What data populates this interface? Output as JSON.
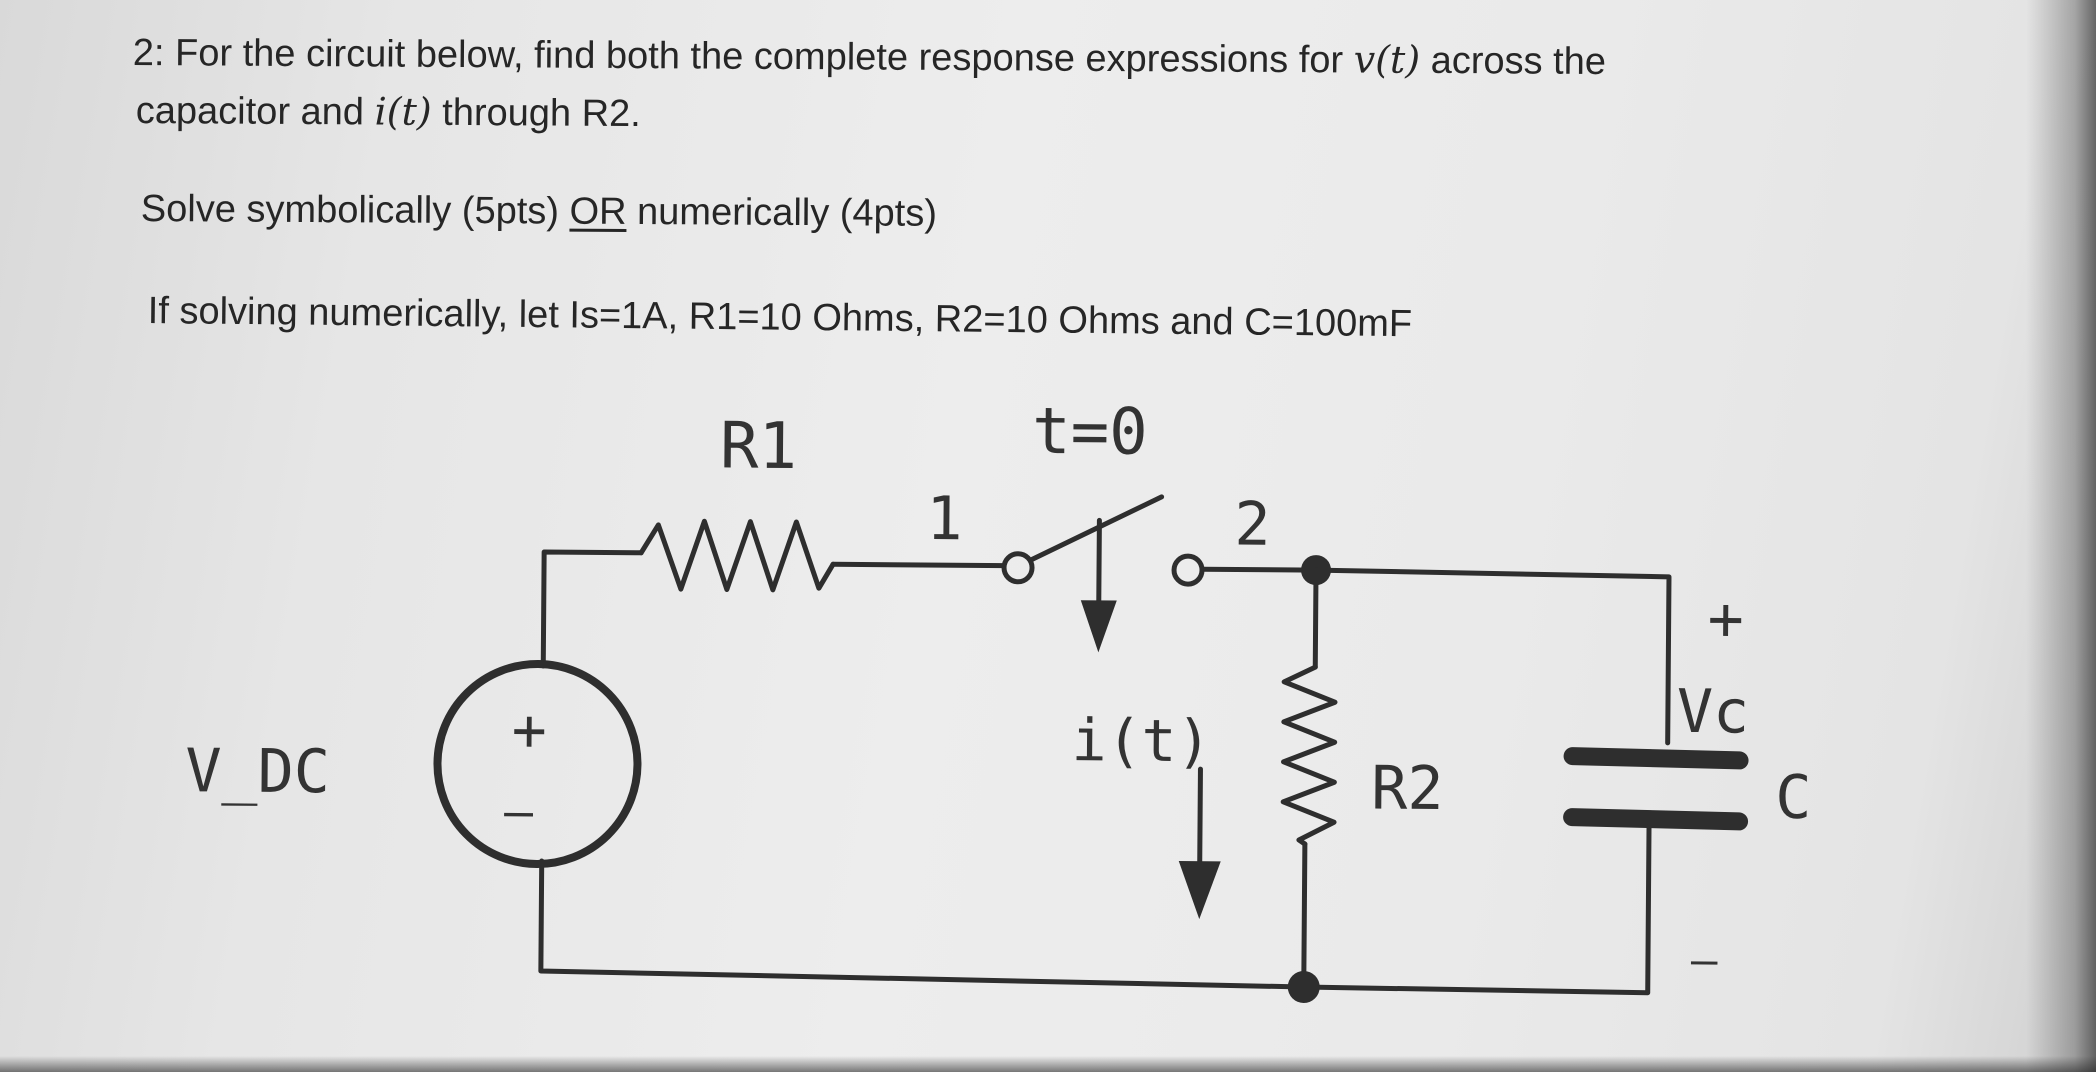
{
  "question": {
    "line1": {
      "prefix": "2: For the circuit below, find both the complete response expressions for ",
      "v_symbol": "v(t)",
      "suffix": " across the"
    },
    "line2": {
      "prefix": "capacitor and ",
      "i_symbol": "i(t)",
      "suffix": " through R2."
    },
    "line3": {
      "prefix": "Solve symbolically (5pts) ",
      "or_text": "OR",
      "suffix": " numerically (4pts)"
    },
    "line4": "If solving numerically, let Is=1A, R1=10 Ohms, R2=10 Ohms and C=100mF"
  },
  "circuit": {
    "r1_label": "R1",
    "switch_time_label": "t=0",
    "switch_pos1_label": "1",
    "switch_pos2_label": "2",
    "source_label": "V_DC",
    "source_plus": "+",
    "source_minus": "—",
    "current_label": "i(t)",
    "r2_label": "R2",
    "cap_plus": "+",
    "cap_voltage_label": "Vc",
    "cap_minus": "—",
    "cap_label": "C"
  }
}
